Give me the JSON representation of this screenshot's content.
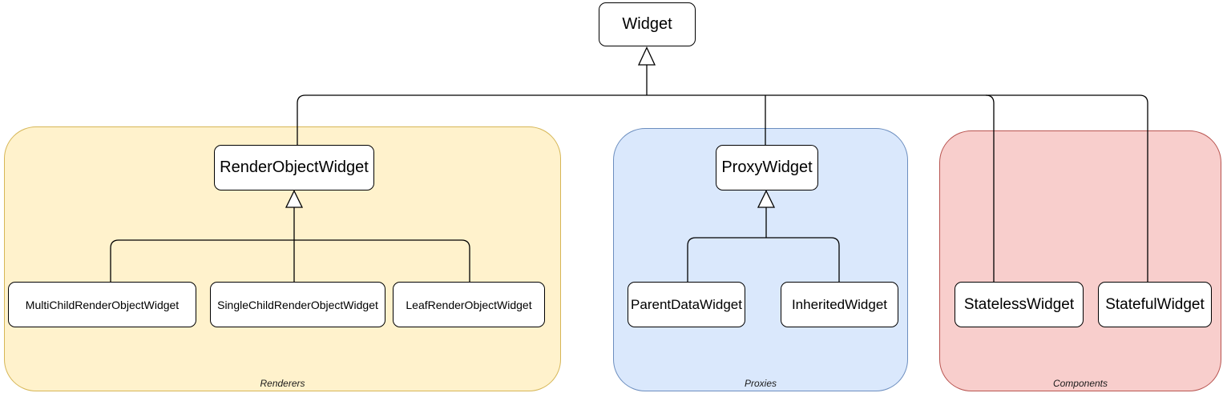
{
  "diagram": {
    "type": "class-inheritance-diagram",
    "root": {
      "label": "Widget"
    },
    "edge_style": "hollow-triangle inheritance arrows pointing toward superclass",
    "groups": [
      {
        "label": "Renderers",
        "fill": "#FFF2CC",
        "stroke": "#D6B656",
        "parent_label": "RenderObjectWidget",
        "children": [
          "MultiChildRenderObjectWidget",
          "SingleChildRenderObjectWidget",
          "LeafRenderObjectWidget"
        ]
      },
      {
        "label": "Proxies",
        "fill": "#DAE8FC",
        "stroke": "#6C8EBF",
        "parent_label": "ProxyWidget",
        "children": [
          "ParentDataWidget",
          "InheritedWidget"
        ]
      },
      {
        "label": "Components",
        "fill": "#F8CECC",
        "stroke": "#B85450",
        "children": [
          "StatelessWidget",
          "StatefulWidget"
        ]
      }
    ]
  }
}
